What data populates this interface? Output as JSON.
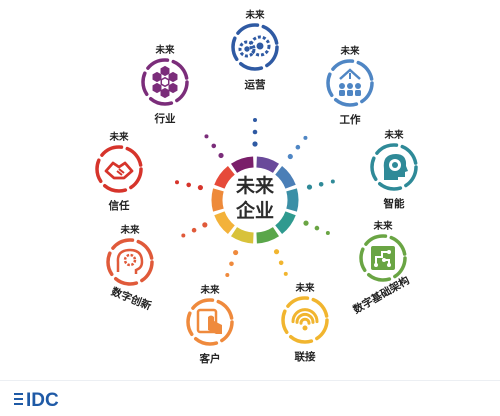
{
  "center": {
    "line1": "未来",
    "line2": "企业",
    "ring_colors": [
      "#6a4a9a",
      "#4b7fb7",
      "#3b8fa6",
      "#2f9a8f",
      "#5aa64a",
      "#d8c23a",
      "#f3b23a",
      "#ee8a3a",
      "#e64a3a",
      "#7a1f6a"
    ]
  },
  "nodes": [
    {
      "id": "yunying",
      "prefix": "未来",
      "label": "运营",
      "color": "#2f5aa3",
      "icon": "gears-icon"
    },
    {
      "id": "gongzuo",
      "prefix": "未来",
      "label": "工作",
      "color": "#4f86c4",
      "icon": "people-network-icon"
    },
    {
      "id": "zhineng",
      "prefix": "未来",
      "label": "智能",
      "color": "#2f8a98",
      "icon": "head-gear-icon"
    },
    {
      "id": "shuzijichu",
      "prefix": "未来",
      "label": "数字基础架构",
      "color": "#6aa544",
      "icon": "circuit-board-icon"
    },
    {
      "id": "lianjie",
      "prefix": "未来",
      "label": "联接",
      "color": "#f1b52f",
      "icon": "wifi-icon"
    },
    {
      "id": "kehu",
      "prefix": "未来",
      "label": "客户",
      "color": "#ef8a3d",
      "icon": "hand-tablet-icon"
    },
    {
      "id": "shuzichuangxin",
      "prefix": "未来",
      "label": "数字创新",
      "color": "#e05a3a",
      "icon": "brain-gear-icon"
    },
    {
      "id": "xinren",
      "prefix": "未来",
      "label": "信任",
      "color": "#d6342b",
      "icon": "handshake-icon"
    },
    {
      "id": "hangye",
      "prefix": "未来",
      "label": "行业",
      "color": "#7b2d7a",
      "icon": "hexagons-icon"
    }
  ],
  "footer": {
    "logo_text": "IDC",
    "logo_color": "#1f5aa6"
  }
}
